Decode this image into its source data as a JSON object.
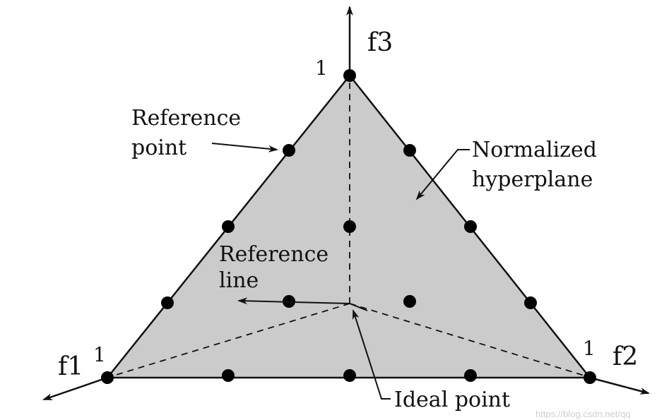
{
  "axes": {
    "f1": "f1",
    "f2": "f2",
    "f3": "f3",
    "one_f1": "1",
    "one_f2": "1",
    "one_f3": "1"
  },
  "annotations": {
    "reference_point": [
      "Reference",
      "point"
    ],
    "reference_line": [
      "Reference",
      "line"
    ],
    "normalized_hyperplane": [
      "Normalized",
      "hyperplane"
    ],
    "ideal_point": "Ideal point"
  },
  "watermark": "https://blog.csdn.net/qq",
  "colors": {
    "plane_fill": "#cbcbcb",
    "stroke": "#111111",
    "point": "#000000",
    "background": "#ffffff"
  }
}
